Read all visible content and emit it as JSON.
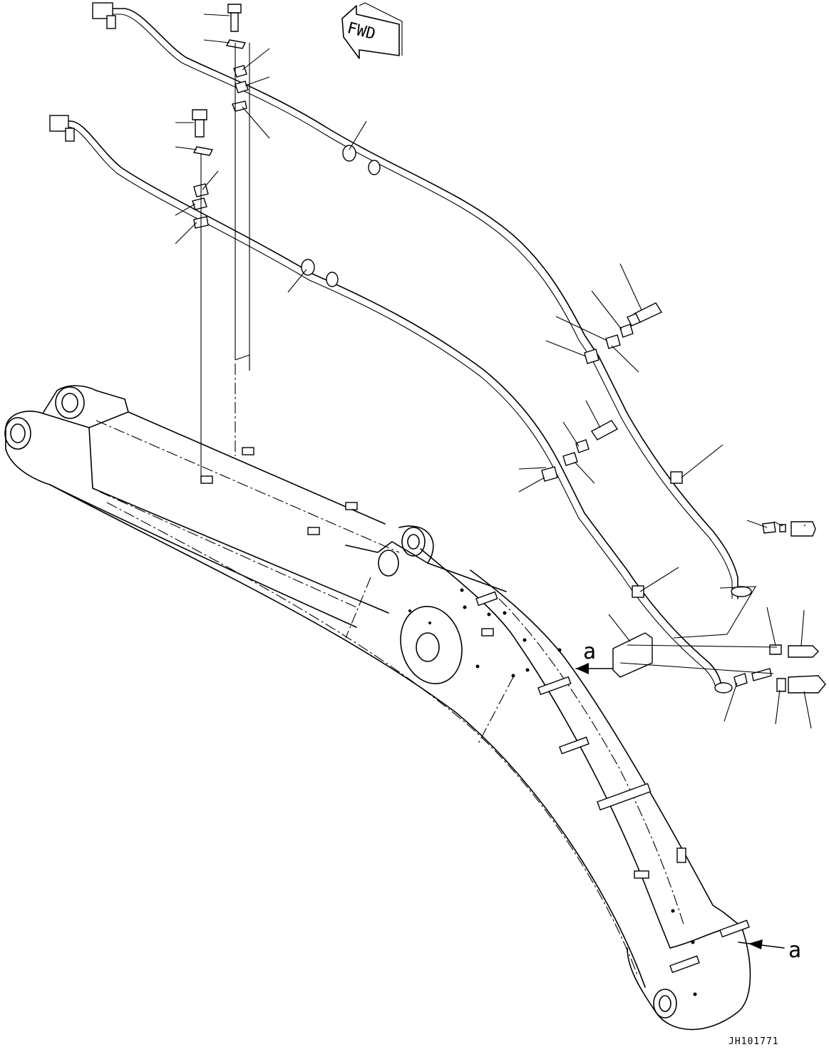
{
  "diagram": {
    "fwd_label": "FWD",
    "view_marker_left": "a",
    "view_marker_right": "a",
    "drawing_number": "JH101771"
  }
}
